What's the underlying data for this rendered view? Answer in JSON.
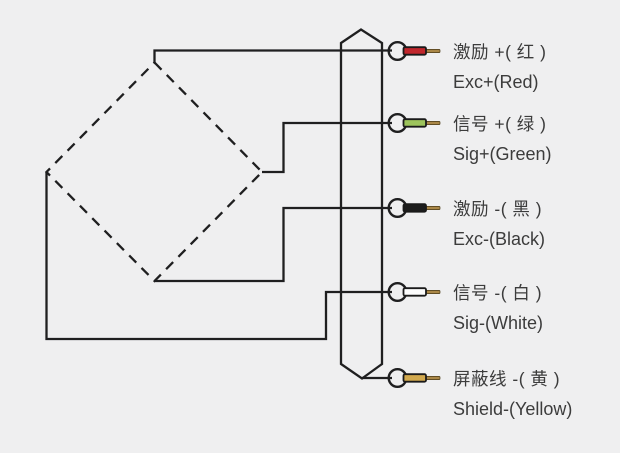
{
  "colors": {
    "background": "#efeff0",
    "line": "#1f1f20",
    "text": "#3c3c3c",
    "lead_tip": "#aa8747"
  },
  "bridge": {
    "name": "load-cell-bridge-symbol"
  },
  "terminals": [
    {
      "name": "exc-plus",
      "label_zh": "激励 +( 红 )",
      "label_en": "Exc+(Red)",
      "wire_color": "#c1272d"
    },
    {
      "name": "sig-plus",
      "label_zh": "信号 +( 绿 )",
      "label_en": "Sig+(Green)",
      "wire_color": "#9dc45c"
    },
    {
      "name": "exc-minus",
      "label_zh": "激励 -( 黑 )",
      "label_en": "Exc-(Black)",
      "wire_color": "#1c1c1c"
    },
    {
      "name": "sig-minus",
      "label_zh": "信号 -( 白 )",
      "label_en": "Sig-(White)",
      "wire_color": "#fcfcfc"
    },
    {
      "name": "shield",
      "label_zh": "屏蔽线 -( 黄 )",
      "label_en": "Shield-(Yellow)",
      "wire_color": "#d2a94e"
    }
  ]
}
